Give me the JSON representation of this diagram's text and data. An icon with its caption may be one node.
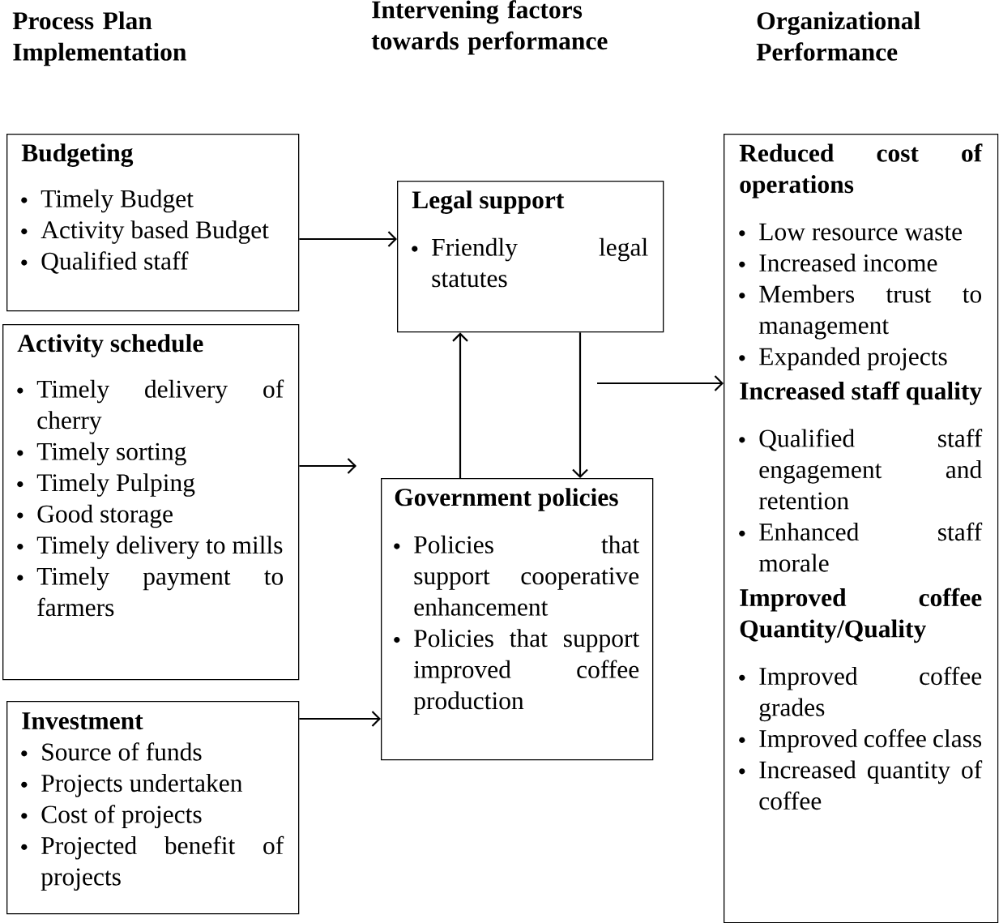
{
  "diagram": {
    "nodes": [
      {
        "text": [
          "Budgeting",
          "Timely Budget",
          "Activity based Budget",
          "Qualified staff"
        ]
      },
      {
        "text": [
          "Activity schedule",
          "Timely delivery of cherry",
          "Timely sorting",
          "Timely Pulping",
          "Good storage",
          "Timely delivery to mills",
          "Timely payment to farmers"
        ]
      },
      {
        "text": [
          "Investment",
          "Source of funds",
          "Projects undertaken",
          "Cost of projects",
          "Projected benefit of projects"
        ]
      },
      {
        "text": [
          "Legal support",
          "Friendly legal statutes"
        ]
      },
      {
        "text": [
          "Government policies",
          "Policies that support cooperative enhancement",
          "Policies that support improved coffee production"
        ]
      },
      {
        "text": [
          "Reduced cost of operations",
          "Low resource waste",
          "Increased income",
          "Members trust to management",
          "Expanded projects",
          "Increased staff quality",
          "Qualified staff engagement and retention",
          "Enhanced staff morale",
          "Improved coffee Quantity/Quality",
          "Improved coffee grades",
          "Improved coffee class",
          "Increased quantity of coffee"
        ]
      }
    ],
    "edges": [
      {
        "from": 0,
        "to": 3,
        "arrow": "to"
      },
      {
        "from": 1,
        "to": null,
        "arrow": "to"
      },
      {
        "from": 2,
        "to": 4,
        "arrow": "to"
      },
      {
        "from": 4,
        "to": 3,
        "arrow": "to"
      },
      {
        "from": 3,
        "to": 4,
        "arrow": "to"
      },
      {
        "from": null,
        "to": 5,
        "arrow": "to"
      }
    ],
    "labels": [
      "Process Plan Implementation",
      "Intervening factors towards performance",
      "Organizational Performance"
    ]
  }
}
